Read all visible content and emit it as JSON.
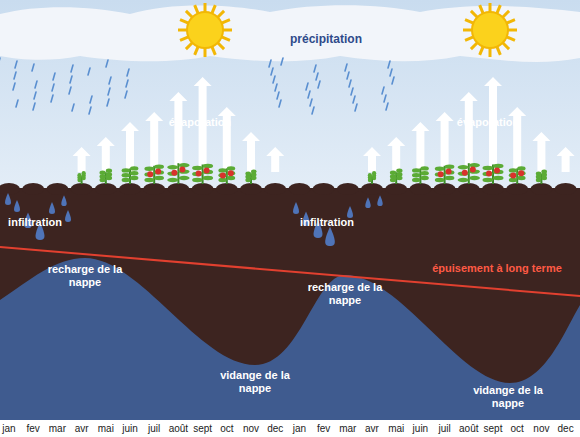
{
  "diagram": {
    "labels": [
      "précipitation",
      "évaporation",
      "évaporation",
      "infiltration",
      "infiltration",
      "recharge de la nappe",
      "recharge de la nappe",
      "vidange de la nappe",
      "vidange de la nappe",
      "épuisement à long terme",
      "jan",
      "fev",
      "mar",
      "avr",
      "mai",
      "juin",
      "juil",
      "août",
      "sept",
      "oct",
      "nov",
      "dec",
      "jan",
      "fev",
      "mar",
      "avr",
      "mai",
      "juin",
      "juil",
      "août",
      "sept",
      "oct",
      "nov",
      "dec"
    ]
  }
}
